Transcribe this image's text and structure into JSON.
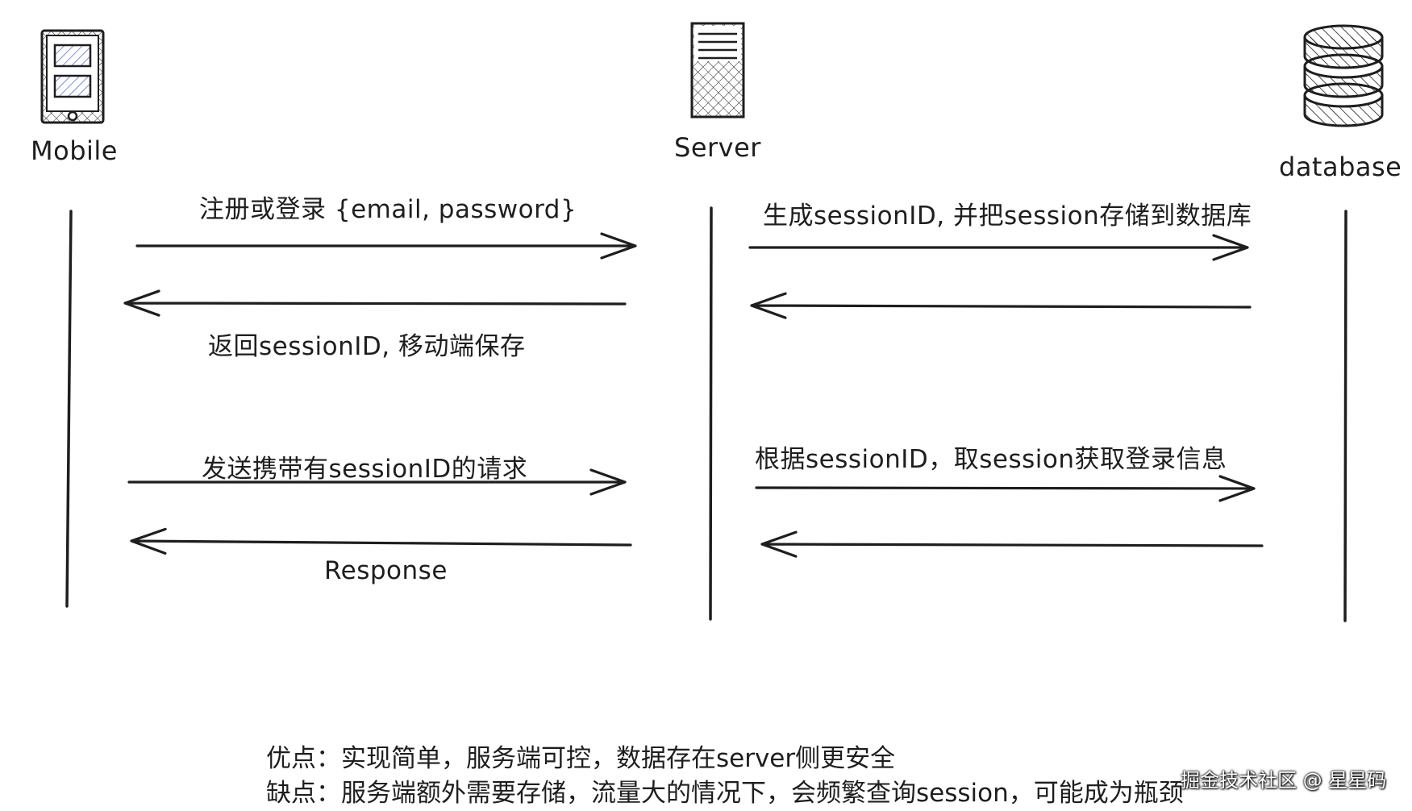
{
  "actors": {
    "mobile": {
      "label": "Mobile",
      "icon": "mobile-phone-icon"
    },
    "server": {
      "label": "Server",
      "icon": "server-icon"
    },
    "database": {
      "label": "database",
      "icon": "database-icon"
    }
  },
  "messages": [
    {
      "from": "mobile",
      "to": "server",
      "label": "注册或登录 {email, password}"
    },
    {
      "from": "server",
      "to": "mobile",
      "label": "返回sessionID, 移动端保存"
    },
    {
      "from": "mobile",
      "to": "server",
      "label": "发送携带有sessionID的请求"
    },
    {
      "from": "server",
      "to": "mobile",
      "label": "Response"
    },
    {
      "from": "server",
      "to": "database",
      "label": "生成sessionID, 并把session存储到数据库"
    },
    {
      "from": "database",
      "to": "server",
      "label": ""
    },
    {
      "from": "server",
      "to": "database",
      "label": "根据sessionID，取session获取登录信息"
    },
    {
      "from": "database",
      "to": "server",
      "label": ""
    }
  ],
  "notes": {
    "pros": "优点：实现简单，服务端可控，数据存在server侧更安全",
    "cons": "缺点：服务端额外需要存储，流量大的情况下，会频繁查询session，可能成为瓶颈"
  },
  "watermark": "掘金技术社区 @ 星星码",
  "colors": {
    "ink": "#1e1e1e",
    "hatch_blue": "#5b6fd6",
    "background": "#ffffff"
  }
}
